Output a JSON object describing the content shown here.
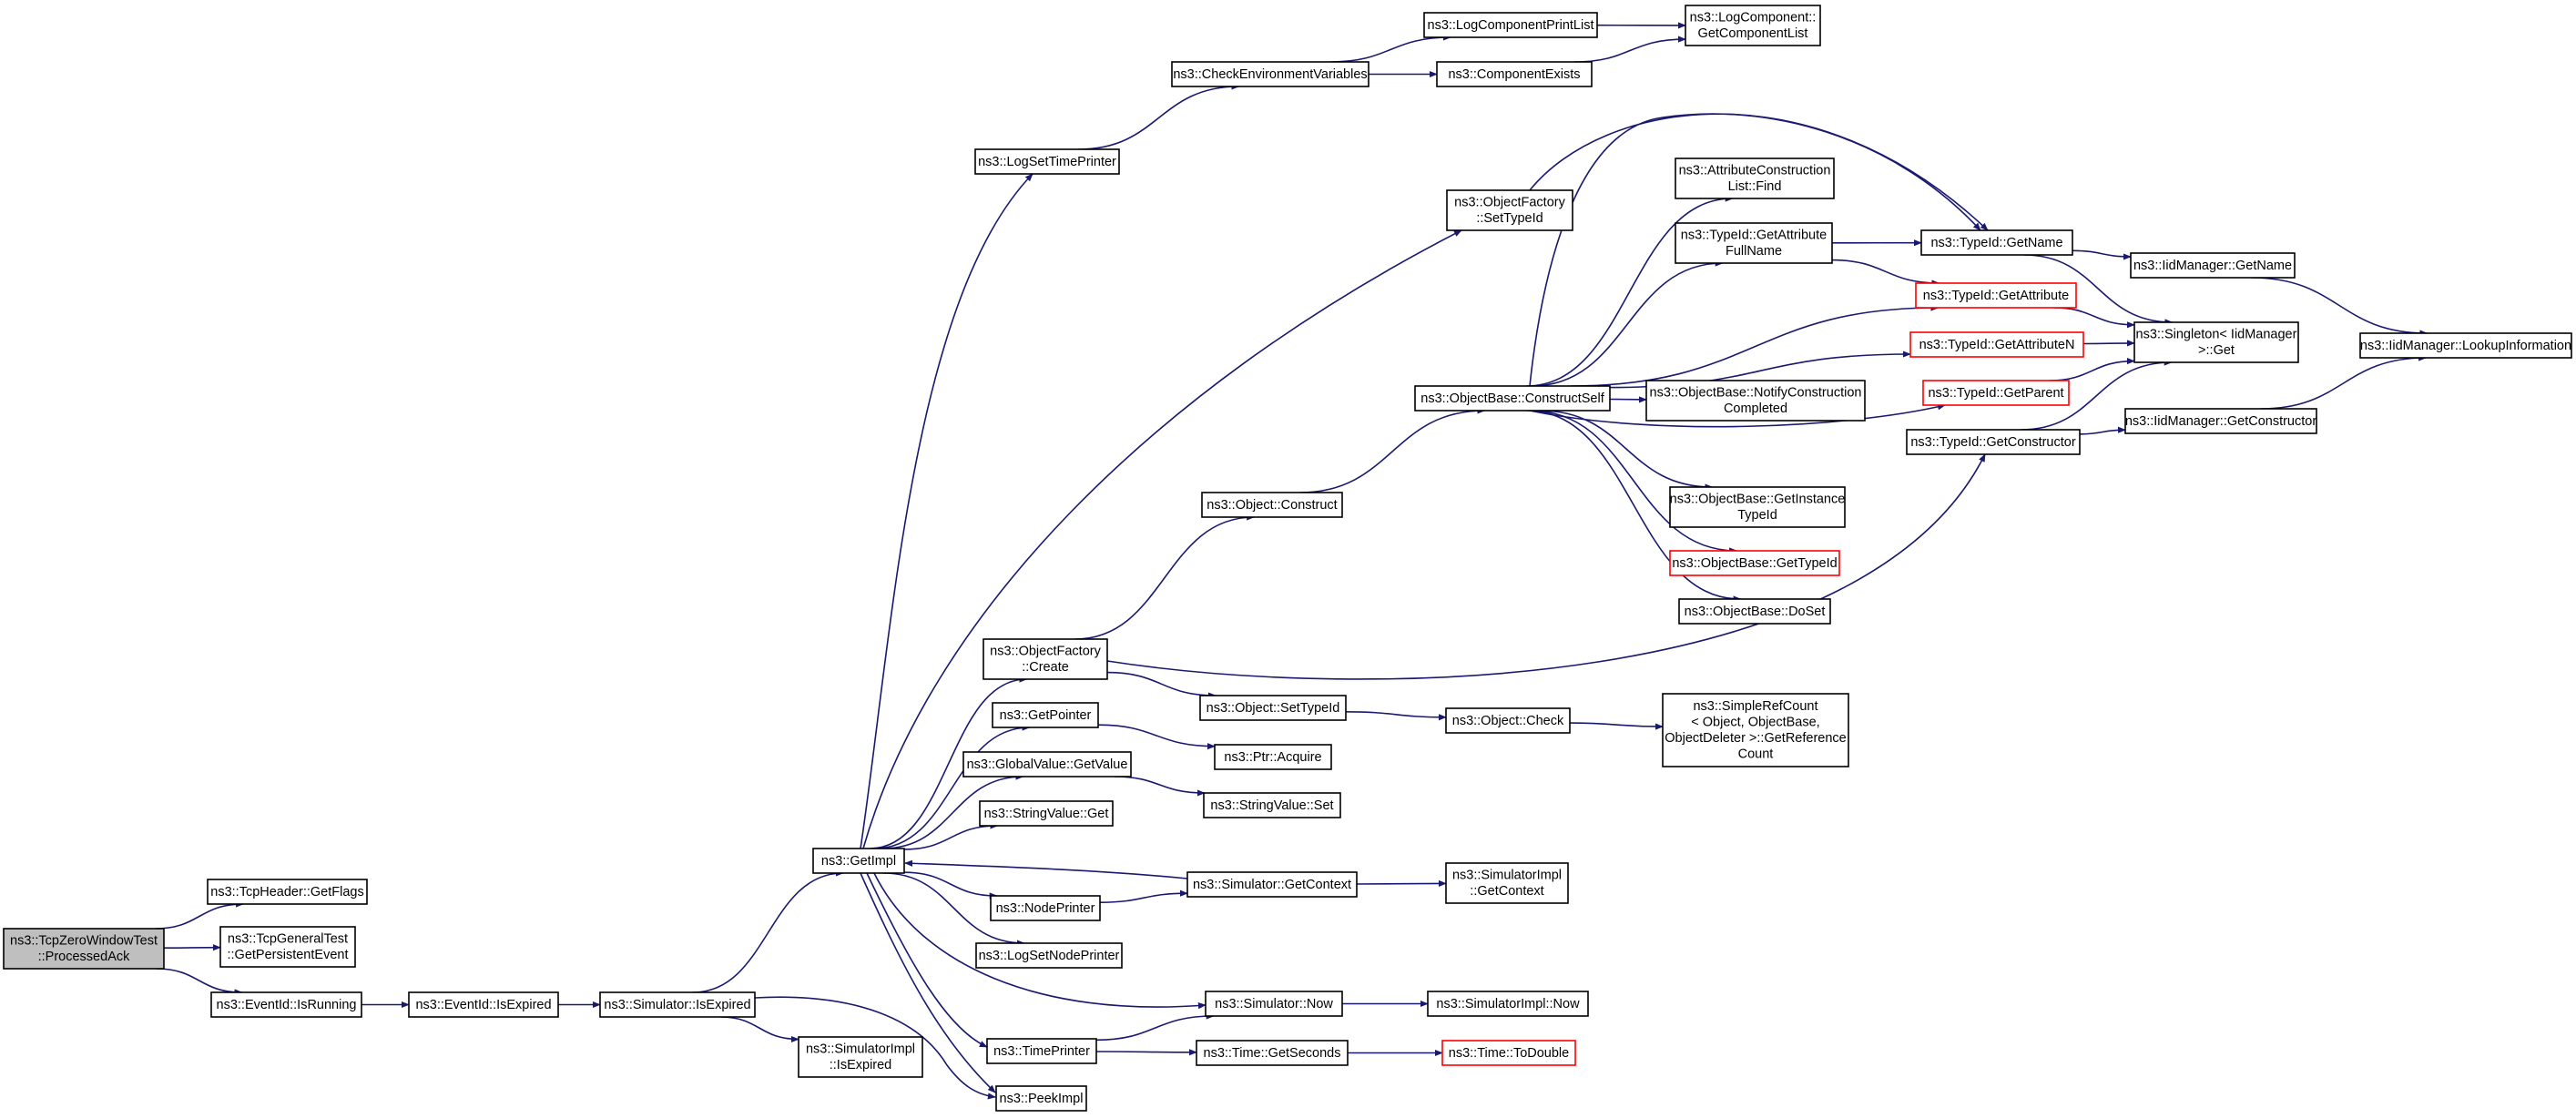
{
  "graph": {
    "edge_color": "#191970",
    "highlight_border_color": "#ff0000",
    "root_fill_color": "#bfbfbf",
    "nodes": [
      {
        "id": "root",
        "lines": [
          "ns3::TcpZeroWindowTest",
          "::ProcessedAck"
        ],
        "style": "root"
      },
      {
        "id": "getflags",
        "lines": [
          "ns3::TcpHeader::GetFlags"
        ]
      },
      {
        "id": "getpersistent",
        "lines": [
          "ns3::TcpGeneralTest",
          "::GetPersistentEvent"
        ]
      },
      {
        "id": "isrunning",
        "lines": [
          "ns3::EventId::IsRunning"
        ]
      },
      {
        "id": "eventisexpired",
        "lines": [
          "ns3::EventId::IsExpired"
        ]
      },
      {
        "id": "simisexpired",
        "lines": [
          "ns3::Simulator::IsExpired"
        ]
      },
      {
        "id": "simimplisexpired",
        "lines": [
          "ns3::SimulatorImpl",
          "::IsExpired"
        ]
      },
      {
        "id": "getimpl",
        "lines": [
          "ns3::GetImpl"
        ]
      },
      {
        "id": "peekimpl",
        "lines": [
          "ns3::PeekImpl"
        ]
      },
      {
        "id": "logsettimeprinter",
        "lines": [
          "ns3::LogSetTimePrinter"
        ]
      },
      {
        "id": "checkenv",
        "lines": [
          "ns3::CheckEnvironmentVariables"
        ]
      },
      {
        "id": "logcompprintlist",
        "lines": [
          "ns3::LogComponentPrintList"
        ]
      },
      {
        "id": "compexists",
        "lines": [
          "ns3::ComponentExists"
        ]
      },
      {
        "id": "getcomplist",
        "lines": [
          "ns3::LogComponent::",
          "GetComponentList"
        ]
      },
      {
        "id": "ofsettypeid",
        "lines": [
          "ns3::ObjectFactory",
          "::SetTypeId"
        ]
      },
      {
        "id": "ofcreate",
        "lines": [
          "ns3::ObjectFactory",
          "::Create"
        ]
      },
      {
        "id": "objconstruct",
        "lines": [
          "ns3::Object::Construct"
        ]
      },
      {
        "id": "constructself",
        "lines": [
          "ns3::ObjectBase::ConstructSelf"
        ]
      },
      {
        "id": "attrfind",
        "lines": [
          "ns3::AttributeConstruction",
          "List::Find"
        ]
      },
      {
        "id": "getattrfullname",
        "lines": [
          "ns3::TypeId::GetAttribute",
          "FullName"
        ]
      },
      {
        "id": "typeidgetname",
        "lines": [
          "ns3::TypeId::GetName"
        ]
      },
      {
        "id": "typeidgetattr",
        "lines": [
          "ns3::TypeId::GetAttribute"
        ],
        "style": "red"
      },
      {
        "id": "typeidgetattrn",
        "lines": [
          "ns3::TypeId::GetAttributeN"
        ],
        "style": "red"
      },
      {
        "id": "notifyconstruction",
        "lines": [
          "ns3::ObjectBase::NotifyConstruction",
          "Completed"
        ]
      },
      {
        "id": "typeidgetparent",
        "lines": [
          "ns3::TypeId::GetParent"
        ],
        "style": "red"
      },
      {
        "id": "typeidgetconstructor",
        "lines": [
          "ns3::TypeId::GetConstructor"
        ]
      },
      {
        "id": "getinstancetypeid",
        "lines": [
          "ns3::ObjectBase::GetInstance",
          "TypeId"
        ]
      },
      {
        "id": "obgettypeid",
        "lines": [
          "ns3::ObjectBase::GetTypeId"
        ],
        "style": "red"
      },
      {
        "id": "obdoset",
        "lines": [
          "ns3::ObjectBase::DoSet"
        ]
      },
      {
        "id": "iidgetname",
        "lines": [
          "ns3::IidManager::GetName"
        ]
      },
      {
        "id": "singletonget",
        "lines": [
          "ns3::Singleton< IidManager",
          ">::Get"
        ]
      },
      {
        "id": "iidlookup",
        "lines": [
          "ns3::IidManager::LookupInformation"
        ]
      },
      {
        "id": "iidgetconstructor",
        "lines": [
          "ns3::IidManager::GetConstructor"
        ]
      },
      {
        "id": "getpointer",
        "lines": [
          "ns3::GetPointer"
        ]
      },
      {
        "id": "objsettypeid",
        "lines": [
          "ns3::Object::SetTypeId"
        ]
      },
      {
        "id": "objcheck",
        "lines": [
          "ns3::Object::Check"
        ]
      },
      {
        "id": "simplerefcount",
        "lines": [
          "ns3::SimpleRefCount",
          "< Object, ObjectBase,",
          "ObjectDeleter >::GetReference",
          "Count"
        ]
      },
      {
        "id": "ptracquire",
        "lines": [
          "ns3::Ptr::Acquire"
        ]
      },
      {
        "id": "globalvalueget",
        "lines": [
          "ns3::GlobalValue::GetValue"
        ]
      },
      {
        "id": "stringvalueset",
        "lines": [
          "ns3::StringValue::Set"
        ]
      },
      {
        "id": "stringvalueget",
        "lines": [
          "ns3::StringValue::Get"
        ]
      },
      {
        "id": "simgetcontext",
        "lines": [
          "ns3::Simulator::GetContext"
        ]
      },
      {
        "id": "simimplgetcontext",
        "lines": [
          "ns3::SimulatorImpl",
          "::GetContext"
        ]
      },
      {
        "id": "nodeprinter",
        "lines": [
          "ns3::NodePrinter"
        ]
      },
      {
        "id": "logsetnodeprinter",
        "lines": [
          "ns3::LogSetNodePrinter"
        ]
      },
      {
        "id": "simnow",
        "lines": [
          "ns3::Simulator::Now"
        ]
      },
      {
        "id": "simimplnow",
        "lines": [
          "ns3::SimulatorImpl::Now"
        ]
      },
      {
        "id": "timeprinter",
        "lines": [
          "ns3::TimePrinter"
        ]
      },
      {
        "id": "timegetseconds",
        "lines": [
          "ns3::Time::GetSeconds"
        ]
      },
      {
        "id": "timetodouble",
        "lines": [
          "ns3::Time::ToDouble"
        ],
        "style": "red"
      }
    ],
    "edges": [
      [
        "root",
        "getflags"
      ],
      [
        "root",
        "getpersistent"
      ],
      [
        "root",
        "isrunning"
      ],
      [
        "isrunning",
        "eventisexpired"
      ],
      [
        "eventisexpired",
        "simisexpired"
      ],
      [
        "simisexpired",
        "getimpl"
      ],
      [
        "simisexpired",
        "simimplisexpired"
      ],
      [
        "simisexpired",
        "peekimpl"
      ],
      [
        "getimpl",
        "logsettimeprinter"
      ],
      [
        "getimpl",
        "ofsettypeid"
      ],
      [
        "getimpl",
        "ofcreate"
      ],
      [
        "getimpl",
        "getpointer"
      ],
      [
        "getimpl",
        "globalvalueget"
      ],
      [
        "getimpl",
        "stringvalueget"
      ],
      [
        "getimpl",
        "nodeprinter"
      ],
      [
        "getimpl",
        "logsetnodeprinter"
      ],
      [
        "getimpl",
        "simnow"
      ],
      [
        "getimpl",
        "timeprinter"
      ],
      [
        "getimpl",
        "peekimpl"
      ],
      [
        "logsettimeprinter",
        "checkenv"
      ],
      [
        "checkenv",
        "logcompprintlist"
      ],
      [
        "checkenv",
        "compexists"
      ],
      [
        "logcompprintlist",
        "getcomplist"
      ],
      [
        "compexists",
        "getcomplist"
      ],
      [
        "ofsettypeid",
        "typeidgetname"
      ],
      [
        "ofcreate",
        "objconstruct"
      ],
      [
        "ofcreate",
        "objsettypeid"
      ],
      [
        "ofcreate",
        "typeidgetconstructor"
      ],
      [
        "objconstruct",
        "constructself"
      ],
      [
        "constructself",
        "attrfind"
      ],
      [
        "constructself",
        "getattrfullname"
      ],
      [
        "constructself",
        "typeidgetname"
      ],
      [
        "constructself",
        "typeidgetattr"
      ],
      [
        "constructself",
        "typeidgetattrn"
      ],
      [
        "constructself",
        "notifyconstruction"
      ],
      [
        "constructself",
        "typeidgetparent"
      ],
      [
        "constructself",
        "getinstancetypeid"
      ],
      [
        "constructself",
        "obgettypeid"
      ],
      [
        "constructself",
        "obdoset"
      ],
      [
        "getattrfullname",
        "typeidgetname"
      ],
      [
        "getattrfullname",
        "typeidgetattr"
      ],
      [
        "typeidgetname",
        "iidgetname"
      ],
      [
        "typeidgetname",
        "singletonget"
      ],
      [
        "typeidgetattr",
        "singletonget"
      ],
      [
        "typeidgetattrn",
        "singletonget"
      ],
      [
        "typeidgetparent",
        "singletonget"
      ],
      [
        "typeidgetconstructor",
        "singletonget"
      ],
      [
        "typeidgetconstructor",
        "iidgetconstructor"
      ],
      [
        "iidgetname",
        "iidlookup"
      ],
      [
        "iidgetconstructor",
        "iidlookup"
      ],
      [
        "getpointer",
        "ptracquire"
      ],
      [
        "objsettypeid",
        "objcheck"
      ],
      [
        "objcheck",
        "simplerefcount"
      ],
      [
        "globalvalueget",
        "stringvalueset"
      ],
      [
        "simgetcontext",
        "getimpl"
      ],
      [
        "simgetcontext",
        "simimplgetcontext"
      ],
      [
        "nodeprinter",
        "simgetcontext"
      ],
      [
        "simnow",
        "simimplnow"
      ],
      [
        "timeprinter",
        "simnow"
      ],
      [
        "timeprinter",
        "timegetseconds"
      ],
      [
        "timegetseconds",
        "timetodouble"
      ]
    ]
  }
}
